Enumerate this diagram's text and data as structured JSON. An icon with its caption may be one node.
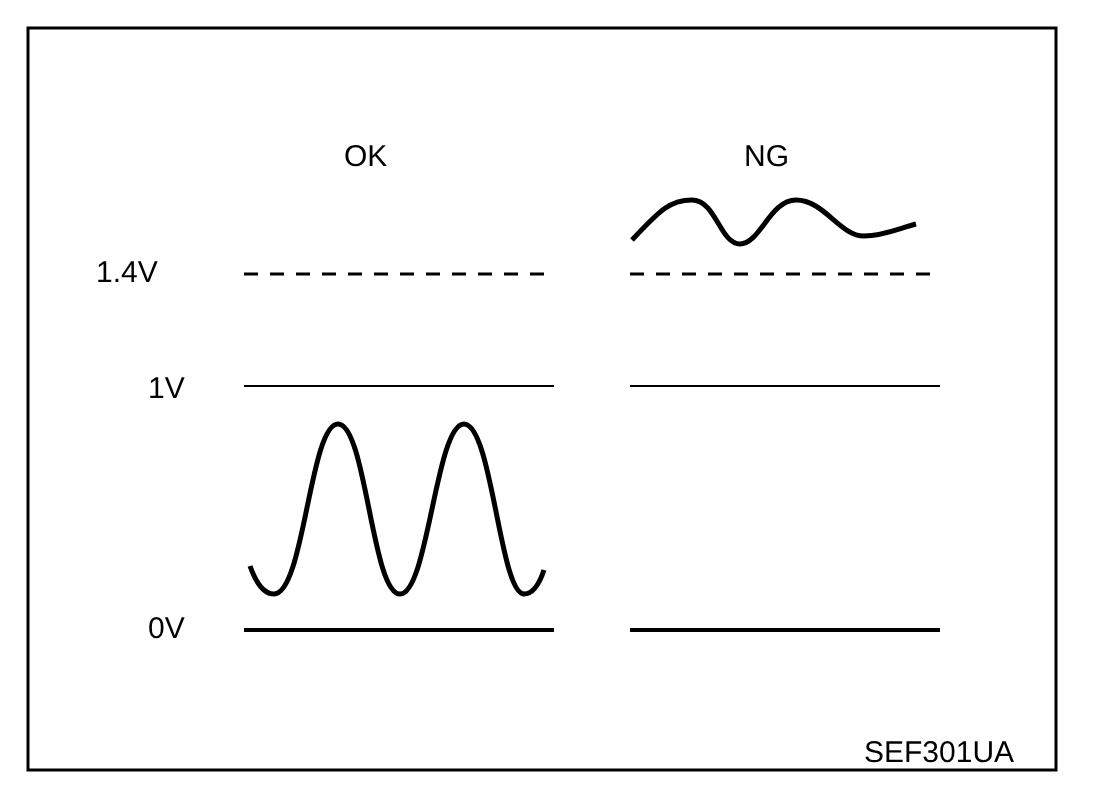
{
  "diagram": {
    "labels": [
      "OK",
      "NG",
      "1.4V",
      "1V",
      "0V",
      "SEF301UA"
    ]
  }
}
